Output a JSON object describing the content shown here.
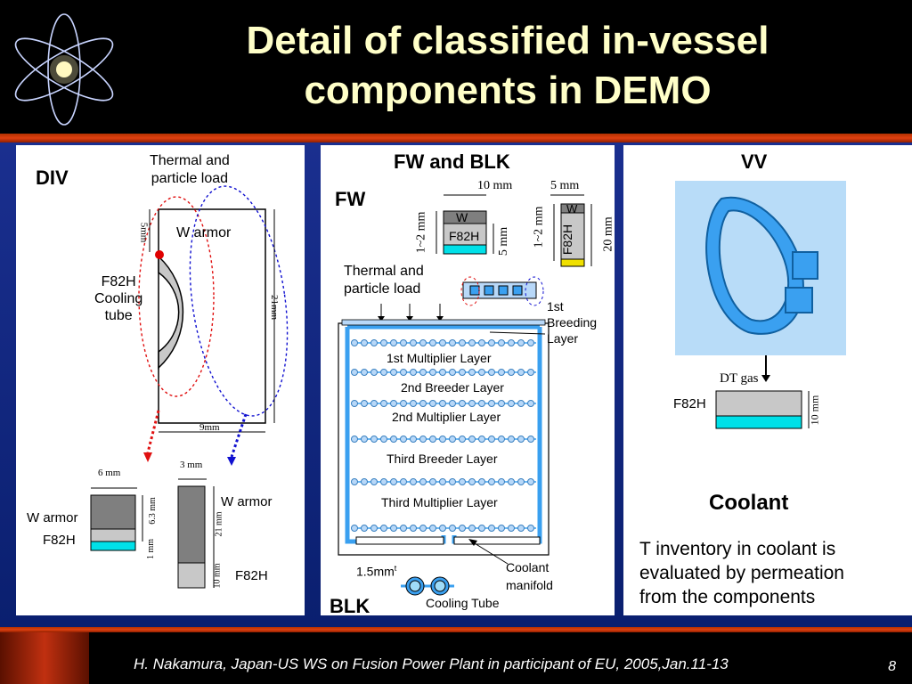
{
  "title": {
    "line1": "Detail of classified in-vessel",
    "line2": "components in DEMO"
  },
  "footer": {
    "citation": "H. Nakamura, Japan-US WS on Fusion Power Plant in participant of EU, 2005,Jan.11-13",
    "page": "8"
  },
  "div": {
    "heading": "DIV",
    "thermal_load": [
      "Thermal and",
      "particle load"
    ],
    "w_armor": "W armor",
    "cooling_tube": [
      "F82H",
      "Cooling",
      "tube"
    ],
    "dim_5mm": "5mm",
    "dim_21mm": "21mm",
    "dim_9mm": "9mm",
    "detail1": {
      "width": "6 mm",
      "armor": "W armor",
      "f82h": "F82H",
      "dim_a": "6.3 mm",
      "dim_b": "1 mm"
    },
    "detail2": {
      "width": "3 mm",
      "armor": "W armor",
      "f82h": "F82H",
      "dim_a": "21 mm",
      "dim_b": "10 mm"
    }
  },
  "fwblk": {
    "heading": "FW  and BLK",
    "fw": "FW",
    "blk": "BLK",
    "thermal_load": [
      "Thermal and",
      "particle load"
    ],
    "fw_detail1": {
      "w": "W",
      "f82h": "F82H",
      "width": "10 mm",
      "left": "1~2 mm",
      "right": "5 mm"
    },
    "fw_detail2": {
      "w": "W",
      "f82h": "F82H",
      "width": "5 mm",
      "left": "1~2 mm",
      "right": "20 mm"
    },
    "breeding_layer": [
      "1st",
      "Breeding",
      "Layer"
    ],
    "layers": [
      "1st Multiplier Layer",
      "2nd Breeder Layer",
      "2nd Multiplier Layer",
      "Third Breeder Layer",
      "Third Multiplier Layer"
    ],
    "coolant_manifold": [
      "Coolant",
      "manifold"
    ],
    "tube_dim": "1.5mm",
    "tube_dim_sup": "t",
    "cooling_tube": "Cooling Tube"
  },
  "vv": {
    "heading": "VV",
    "dt_gas": "DT gas",
    "f82h": "F82H",
    "dim_10mm": "10 mm",
    "coolant_heading": "Coolant",
    "coolant_text": [
      "T inventory in coolant is",
      "evaluated by permeation",
      "from the components"
    ]
  },
  "colors": {
    "title": "#ffffc8",
    "background": "#000000",
    "panel_blue": "#1a2f8f",
    "accent_red": "#c03010",
    "cyan": "#00e0e8",
    "vessel_blue": "#3aa0f0"
  }
}
